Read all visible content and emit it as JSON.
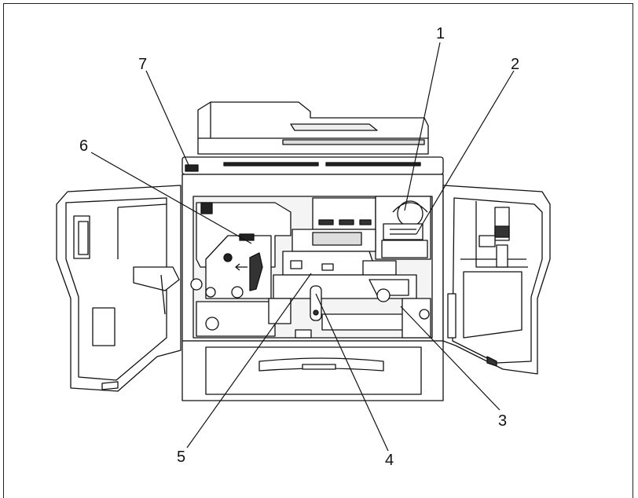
{
  "callouts": [
    {
      "id": "1",
      "label": "1"
    },
    {
      "id": "2",
      "label": "2"
    },
    {
      "id": "3",
      "label": "3"
    },
    {
      "id": "4",
      "label": "4"
    },
    {
      "id": "5",
      "label": "5"
    },
    {
      "id": "6",
      "label": "6"
    },
    {
      "id": "7",
      "label": "7"
    }
  ],
  "colors": {
    "line": "#111111",
    "panel": "#ffffff",
    "shade": "#dcdcdc",
    "dark": "#2a2a2a"
  }
}
